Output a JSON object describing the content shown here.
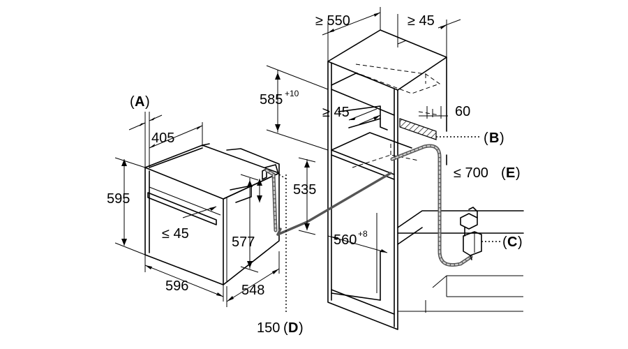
{
  "labels": {
    "ref_a": "A",
    "dim_405": "405",
    "dim_595": "595",
    "dim_45_handle": "≤ 45",
    "dim_596": "596",
    "dim_548": "548",
    "dim_577": "577",
    "dim_535": "535",
    "dim_150": "150",
    "ref_d": "D",
    "dim_585": "585",
    "dim_585_sup": "+10",
    "dim_45_shelf": "≥ 45",
    "dim_550": "≥ 550",
    "dim_45_top": "≥ 45",
    "dim_60": "60",
    "ref_b": "B",
    "dim_700": "≤ 700",
    "ref_e": "E",
    "dim_560": "560",
    "dim_560_sup": "+8",
    "ref_c": "C"
  }
}
